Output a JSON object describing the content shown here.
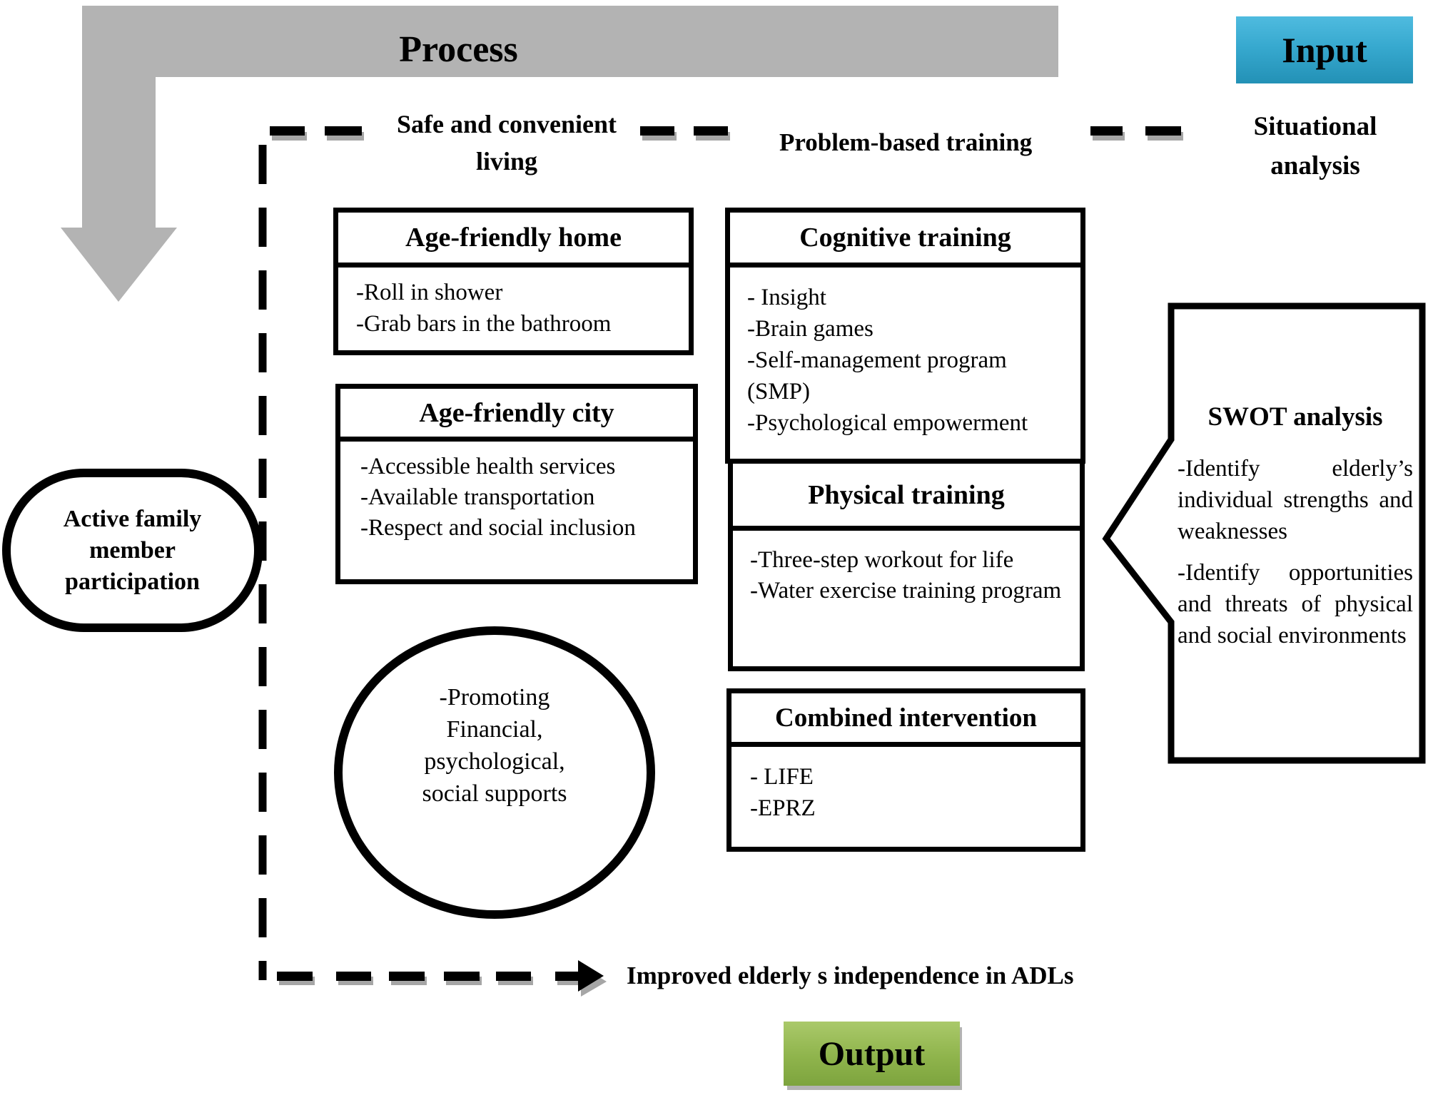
{
  "diagram": {
    "process_label": "Process",
    "input_label": "Input",
    "output_label": "Output",
    "top_labels": {
      "safe_lines": [
        "Safe and convenient",
        "living"
      ],
      "problem": "Problem-based training",
      "situational_lines": [
        "Situational",
        "analysis"
      ]
    },
    "boxes": {
      "home": {
        "title": "Age-friendly home",
        "items": [
          "-Roll in shower",
          "-Grab bars in the bathroom"
        ]
      },
      "city": {
        "title": "Age-friendly city",
        "items": [
          "-Accessible health services",
          "-Available transportation",
          "-Respect and social inclusion"
        ]
      },
      "cognitive": {
        "title": "Cognitive training",
        "items": [
          "- Insight",
          "-Brain games",
          "-Self-management program (SMP)",
          "-Psychological empowerment"
        ]
      },
      "physical": {
        "title": "Physical training",
        "items": [
          "-Three-step workout for life",
          "-Water exercise training program"
        ]
      },
      "combined": {
        "title": "Combined intervention",
        "items": [
          "- LIFE",
          "-EPRZ"
        ]
      },
      "swot": {
        "title": "SWOT analysis",
        "items": [
          "-Identify elderly’s individual strengths and weaknesses",
          "-Identify opportunities and threats of physical and social environments"
        ]
      }
    },
    "ellipse_lines": [
      "Active family",
      "member",
      "participation"
    ],
    "circle_lines": [
      "-Promoting",
      "Financial,",
      "psychological,",
      "social supports"
    ],
    "output_caption": "Improved elderly s independence in ADLs",
    "colors": {
      "process_gray": "#b3b3b3",
      "dash_black": "#000000",
      "dash_shadow": "#a6a6a6",
      "input_top": "#4fbbdf",
      "input_bottom": "#2391b6",
      "output_top": "#aac96a",
      "output_bottom": "#7da43e"
    }
  }
}
